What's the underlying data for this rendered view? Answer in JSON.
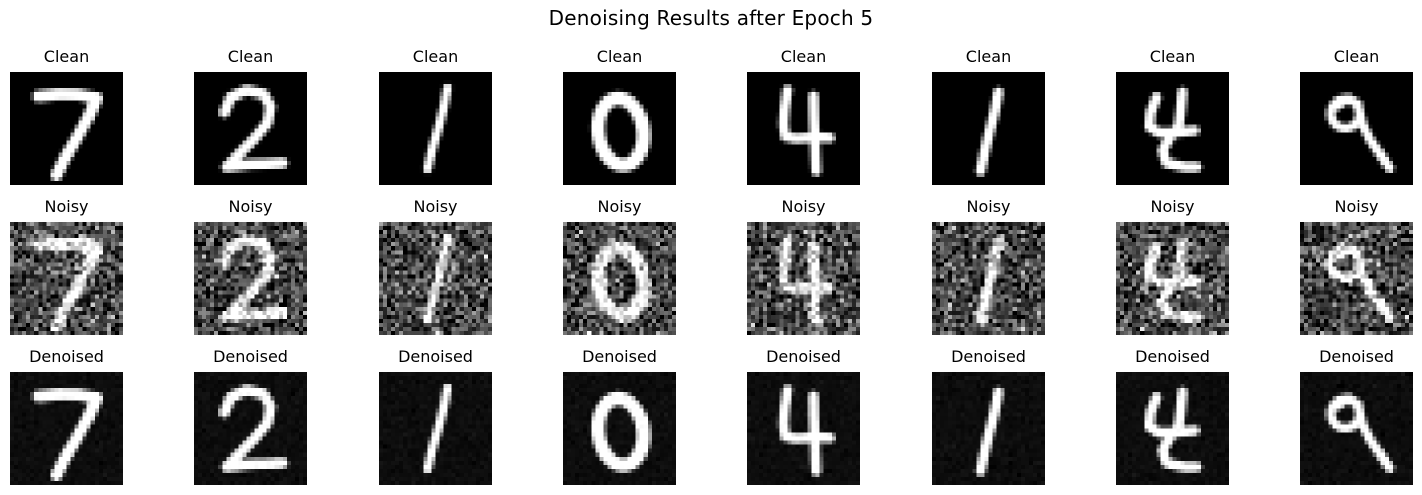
{
  "title": "Denoising Results after Epoch 5",
  "rows": [
    {
      "label": "Clean",
      "kind": "clean"
    },
    {
      "label": "Noisy",
      "kind": "noisy"
    },
    {
      "label": "Denoised",
      "kind": "denoised"
    }
  ],
  "digits": [
    "7",
    "2",
    "1",
    "0",
    "4",
    "1",
    "4",
    "9"
  ],
  "colors": {
    "background": "#ffffff",
    "image_bg": "#000000",
    "stroke": "#ffffff",
    "text": "#000000"
  }
}
